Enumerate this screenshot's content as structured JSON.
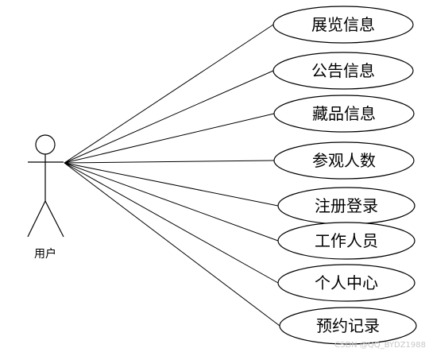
{
  "actor": {
    "label": "用户"
  },
  "use_cases": [
    {
      "id": "exhibition-info",
      "label": "展览信息"
    },
    {
      "id": "announcement-info",
      "label": "公告信息"
    },
    {
      "id": "collection-info",
      "label": "藏品信息"
    },
    {
      "id": "visitor-count",
      "label": "参观人数"
    },
    {
      "id": "register-login",
      "label": "注册登录"
    },
    {
      "id": "staff",
      "label": "工作人员"
    },
    {
      "id": "personal-center",
      "label": "个人中心"
    },
    {
      "id": "reservation-record",
      "label": "预约记录"
    }
  ],
  "watermark": "CSDN @QQ_BYDZ1988"
}
